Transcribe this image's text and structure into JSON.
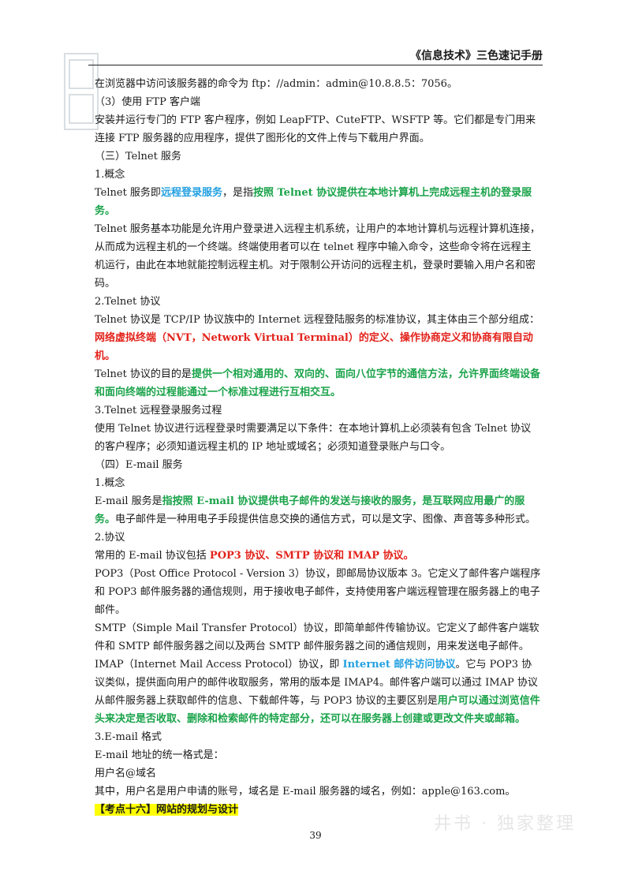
{
  "header": {
    "title": "《信息技术》三色速记手册"
  },
  "paragraphs": [
    [
      {
        "t": "在浏览器中访问该服务器的命令为 ftp：//admin：admin@10.8.8.5：7056。"
      }
    ],
    [
      {
        "t": "（3）使用 FTP 客户端"
      }
    ],
    [
      {
        "t": "安装并运行专门的 FTP 客户程序，例如 LeapFTP、CuteFTP、WSFTP 等。它们都是专门用来连接 FTP 服务器的应用程序，提供了图形化的文件上传与下载用户界面。"
      }
    ],
    [
      {
        "t": "（三）Telnet 服务"
      }
    ],
    [
      {
        "t": "1.概念"
      }
    ],
    [
      {
        "t": "Telnet 服务即"
      },
      {
        "t": "远程登录服务",
        "s": "blue"
      },
      {
        "t": "，是指"
      },
      {
        "t": "按照 Telnet 协议提供在本地计算机上完成远程主机的登录服务。",
        "s": "green"
      }
    ],
    [
      {
        "t": "Telnet 服务基本功能是允许用户登录进入远程主机系统，让用户的本地计算机与远程计算机连接，从而成为远程主机的一个终端。终端使用者可以在 telnet 程序中输入命令，这些命令将在远程主机运行，由此在本地就能控制远程主机。对于限制公开访问的远程主机，登录时要输入用户名和密码。"
      }
    ],
    [
      {
        "t": "2.Telnet 协议"
      }
    ],
    [
      {
        "t": "Telnet 协议是 TCP/IP 协议族中的 Internet 远程登陆服务的标准协议，其主体由三个部分组成："
      },
      {
        "t": "网络虚拟终端（NVT，Network Virtual Terminal）的定义、操作协商定义和协商有限自动机。",
        "s": "red"
      }
    ],
    [
      {
        "t": "Telnet 协议的目的是"
      },
      {
        "t": "提供一个相对通用的、双向的、面向八位字节的通信方法，允许界面终端设备和面向终端的过程能通过一个标准过程进行互相交互。",
        "s": "green"
      }
    ],
    [
      {
        "t": "3.Telnet 远程登录服务过程"
      }
    ],
    [
      {
        "t": "使用 Telnet 协议进行远程登录时需要满足以下条件：在本地计算机上必须装有包含 Telnet 协议的客户程序；必须知道远程主机的 IP 地址或域名；必须知道登录账户与口令。"
      }
    ],
    [
      {
        "t": "（四）E-mail 服务"
      }
    ],
    [
      {
        "t": "1.概念"
      }
    ],
    [
      {
        "t": "E-mail 服务是"
      },
      {
        "t": "指按照 E-mail 协议提供电子邮件的发送与接收的服务，是互联网应用最广的服务。",
        "s": "green"
      },
      {
        "t": "电子邮件是一种用电子手段提供信息交换的通信方式，可以是文字、图像、声音等多种形式。"
      }
    ],
    [
      {
        "t": "2.协议"
      }
    ],
    [
      {
        "t": "常用的 E-mail 协议包括 "
      },
      {
        "t": "POP3 协议、SMTP 协议和 IMAP 协议。",
        "s": "red"
      }
    ],
    [
      {
        "t": "POP3（Post Office Protocol - Version 3）协议，即邮局协议版本 3。它定义了邮件客户端程序和 POP3 邮件服务器的通信规则，用于接收电子邮件，支持使用客户端远程管理在服务器上的电子邮件。"
      }
    ],
    [
      {
        "t": "SMTP（Simple Mail Transfer Protocol）协议，即简单邮件传输协议。它定义了邮件客户端软件和 SMTP 邮件服务器之间以及两台 SMTP 邮件服务器之间的通信规则，用来发送电子邮件。"
      }
    ],
    [
      {
        "t": "IMAP（Internet Mail Access Protocol）协议，即 "
      },
      {
        "t": "Internet 邮件访问协议",
        "s": "blue"
      },
      {
        "t": "。它与 POP3 协议类似，提供面向用户的邮件收取服务，常用的版本是 IMAP4。邮件客户端可以通过 IMAP 协议从邮件服务器上获取邮件的信息、下载邮件等，与 POP3 协议的主要区别是"
      },
      {
        "t": "用户可以通过浏览信件头来决定是否收取、删除和检索邮件的特定部分，还可以在服务器上创建或更改文件夹或邮箱。",
        "s": "green"
      }
    ],
    [
      {
        "t": "3.E-mail 格式"
      }
    ],
    [
      {
        "t": "E-mail 地址的统一格式是："
      }
    ],
    [
      {
        "t": "用户名@域名"
      }
    ],
    [
      {
        "t": "其中，用户名是用户申请的账号，域名是 E-mail 服务器的域名，例如：apple@163.com。"
      }
    ],
    [
      {
        "t": "【考点十六】网站的规划与设计",
        "s": "highlight"
      }
    ]
  ],
  "page_number": "39",
  "watermark": "井书 · 独家整理",
  "colors": {
    "green": "#1aa34a",
    "red": "#e3221b",
    "blue": "#23a0e0",
    "highlight": "#ffff00"
  }
}
